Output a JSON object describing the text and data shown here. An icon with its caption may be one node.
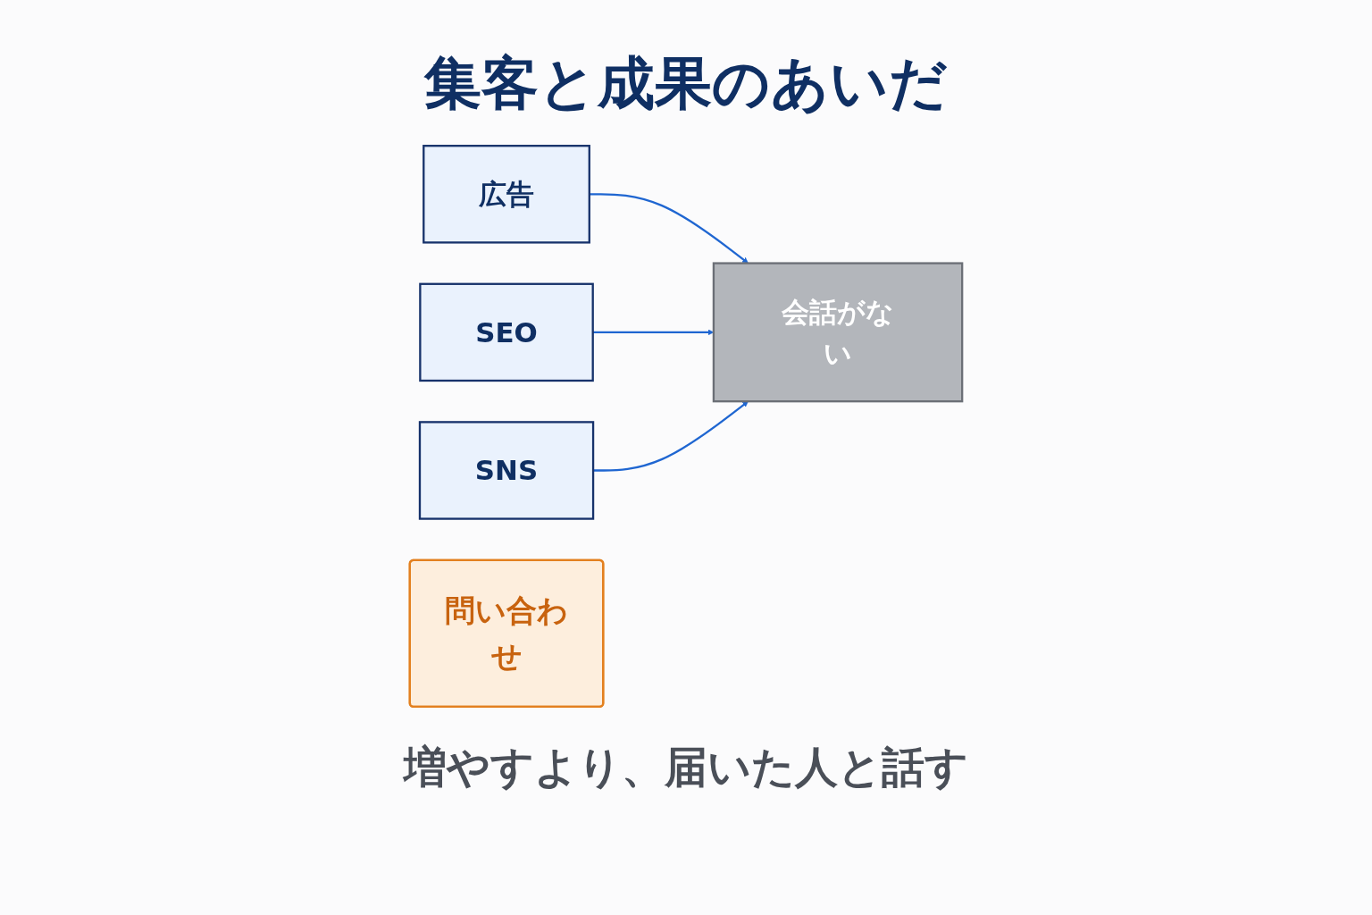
{
  "diagram": {
    "title": "集客と成果のあいだ",
    "caption": "増やすより、届いた人と話す",
    "nodes": [
      {
        "text": [
          "広告"
        ]
      },
      {
        "text": [
          "SEO"
        ]
      },
      {
        "text": [
          "SNS"
        ]
      },
      {
        "text": [
          "会話がない"
        ]
      },
      {
        "text": [
          "問い合わせ"
        ]
      }
    ],
    "edges": [
      {
        "from": 0,
        "to": 3,
        "arrow": "to"
      },
      {
        "from": 1,
        "to": 3,
        "arrow": "to"
      },
      {
        "from": 2,
        "to": 3,
        "arrow": "to"
      }
    ]
  }
}
